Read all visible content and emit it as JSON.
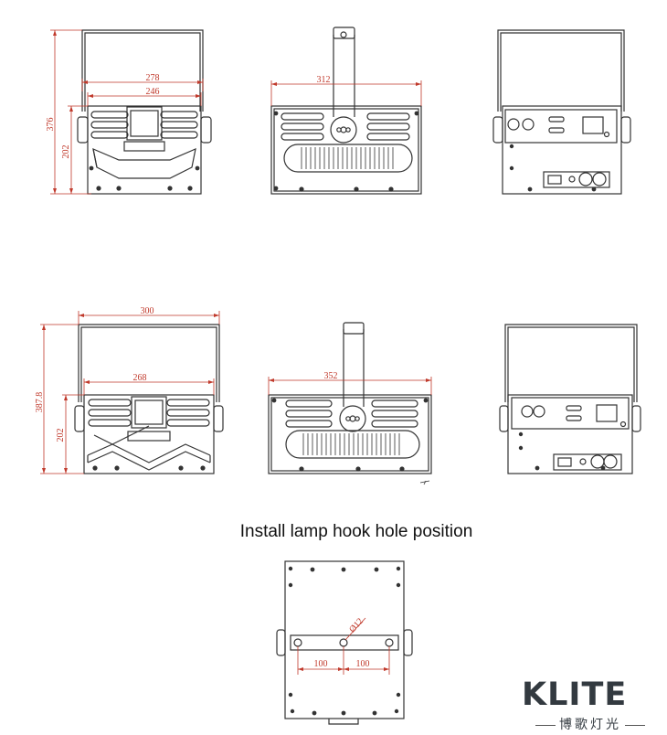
{
  "dims": {
    "top_left_height": "376",
    "top_left_lower": "202",
    "top_left_outer_width": "278",
    "top_left_inner_width": "246",
    "top_middle_width": "312",
    "bottom_left_height": "387.8",
    "bottom_left_lower": "202",
    "bottom_left_outer_width": "300",
    "bottom_left_inner_width": "268",
    "bottom_middle_width": "352",
    "hook_hole_diameter": "Ø12",
    "hook_left_spacing": "100",
    "hook_right_spacing": "100"
  },
  "heading": "Install lamp hook hole position",
  "brand": {
    "word": "KLITE",
    "subtitle": "博歌灯光"
  },
  "colors": {
    "line": "#333333",
    "dimension": "#c0392b",
    "brand": "#333a40"
  }
}
